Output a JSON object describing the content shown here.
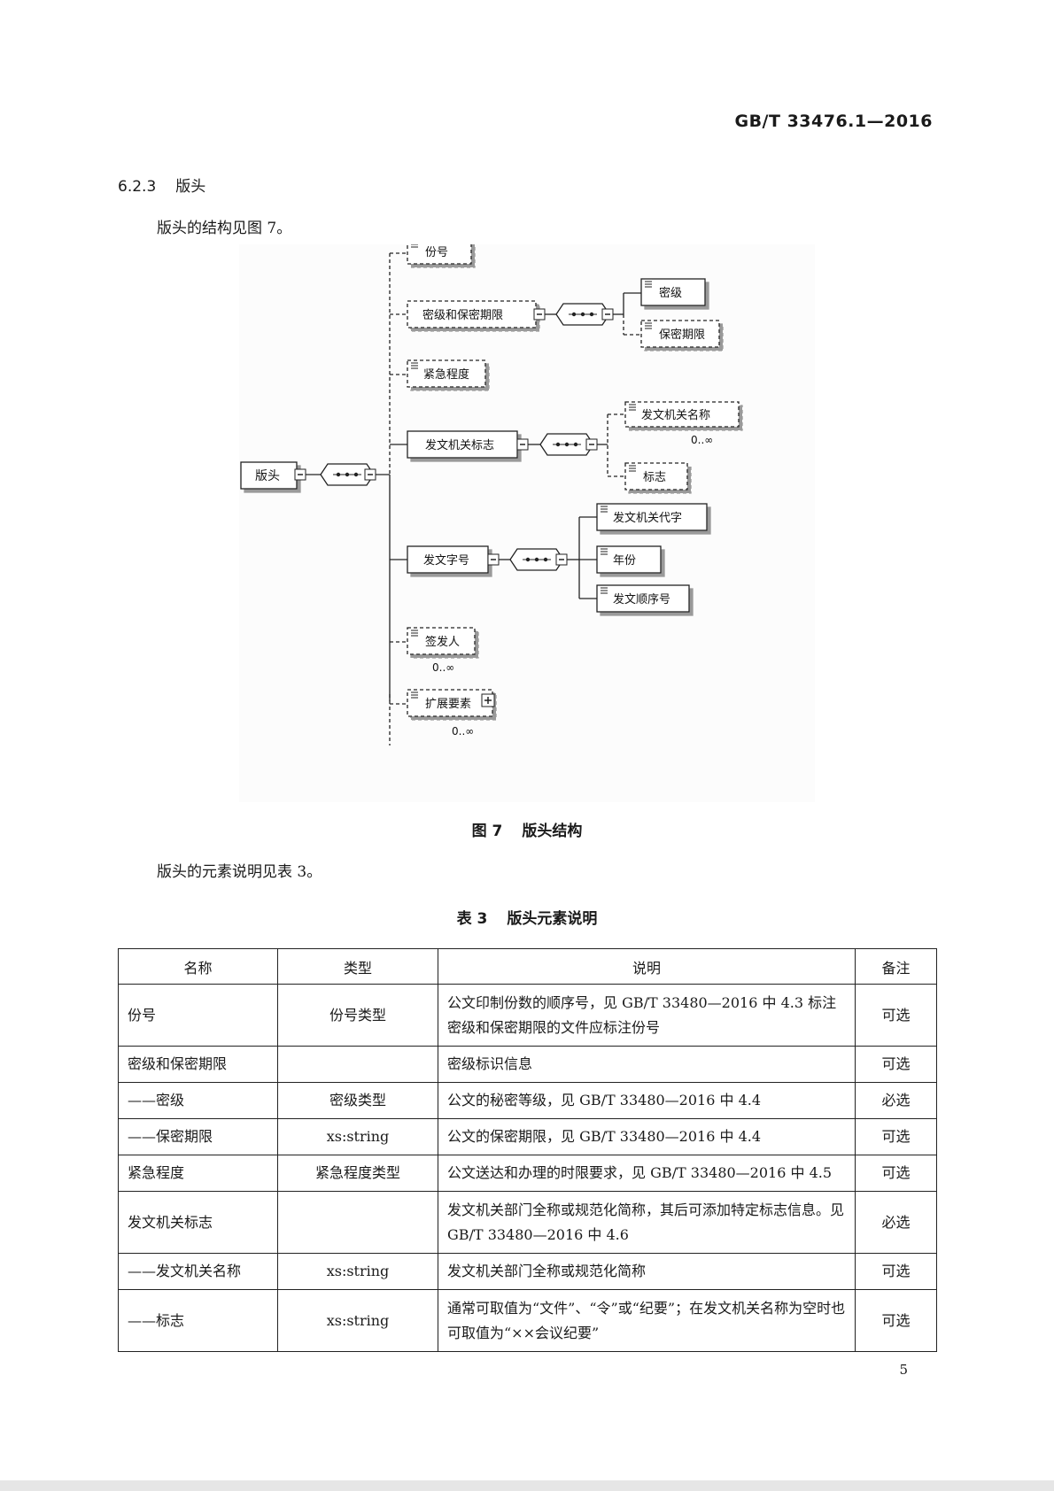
{
  "header": {
    "standard_number": "GB/T 33476.1—2016"
  },
  "section": {
    "number": "6.2.3",
    "title": "版头"
  },
  "intro_text": "版头的结构见图 7。",
  "diagram": {
    "root": "版头",
    "nodes": {
      "fenhao": "份号",
      "miji_group": "密级和保密期限",
      "miji": "密级",
      "baomi": "保密期限",
      "jinji": "紧急程度",
      "jiguan_biaozhi": "发文机关标志",
      "jiguan_mingcheng": "发文机关名称",
      "biaozhi": "标志",
      "zihao": "发文字号",
      "daizi": "发文机关代字",
      "nianfen": "年份",
      "shunxu": "发文顺序号",
      "qianfa": "签发人",
      "kuozhan": "扩展要素"
    },
    "multiplicity": "0..∞",
    "icons": {
      "collapse": "−",
      "expand": "+",
      "sequence": "•••"
    }
  },
  "figure_caption": {
    "label": "图 7",
    "title": "版头结构"
  },
  "table_intro_text": "版头的元素说明见表 3。",
  "table_caption": {
    "label": "表 3",
    "title": "版头元素说明"
  },
  "table": {
    "headers": [
      "名称",
      "类型",
      "说明",
      "备注"
    ],
    "rows": [
      {
        "name": "份号",
        "type": "份号类型",
        "desc": "公文印制份数的顺序号，见 GB/T 33480—2016 中 4.3 标注密级和保密期限的文件应标注份号",
        "note": "可选"
      },
      {
        "name": "密级和保密期限",
        "type": "",
        "desc": "密级标识信息",
        "note": "可选"
      },
      {
        "name": "——密级",
        "type": "密级类型",
        "desc": "公文的秘密等级，见 GB/T 33480—2016 中 4.4",
        "note": "必选"
      },
      {
        "name": "——保密期限",
        "type": "xs:string",
        "desc": "公文的保密期限，见 GB/T 33480—2016 中 4.4",
        "note": "可选"
      },
      {
        "name": "紧急程度",
        "type": "紧急程度类型",
        "desc": "公文送达和办理的时限要求，见 GB/T 33480—2016 中 4.5",
        "note": "可选"
      },
      {
        "name": "发文机关标志",
        "type": "",
        "desc": "发文机关部门全称或规范化简称，其后可添加特定标志信息。见 GB/T 33480—2016 中 4.6",
        "note": "必选"
      },
      {
        "name": "——发文机关名称",
        "type": "xs:string",
        "desc": "发文机关部门全称或规范化简称",
        "note": "可选"
      },
      {
        "name": "——标志",
        "type": "xs:string",
        "desc": "通常可取值为“文件”、“令”或“纪要”；在发文机关名称为空时也可取值为“××会议纪要”",
        "note": "可选"
      }
    ]
  },
  "page_number": "5"
}
